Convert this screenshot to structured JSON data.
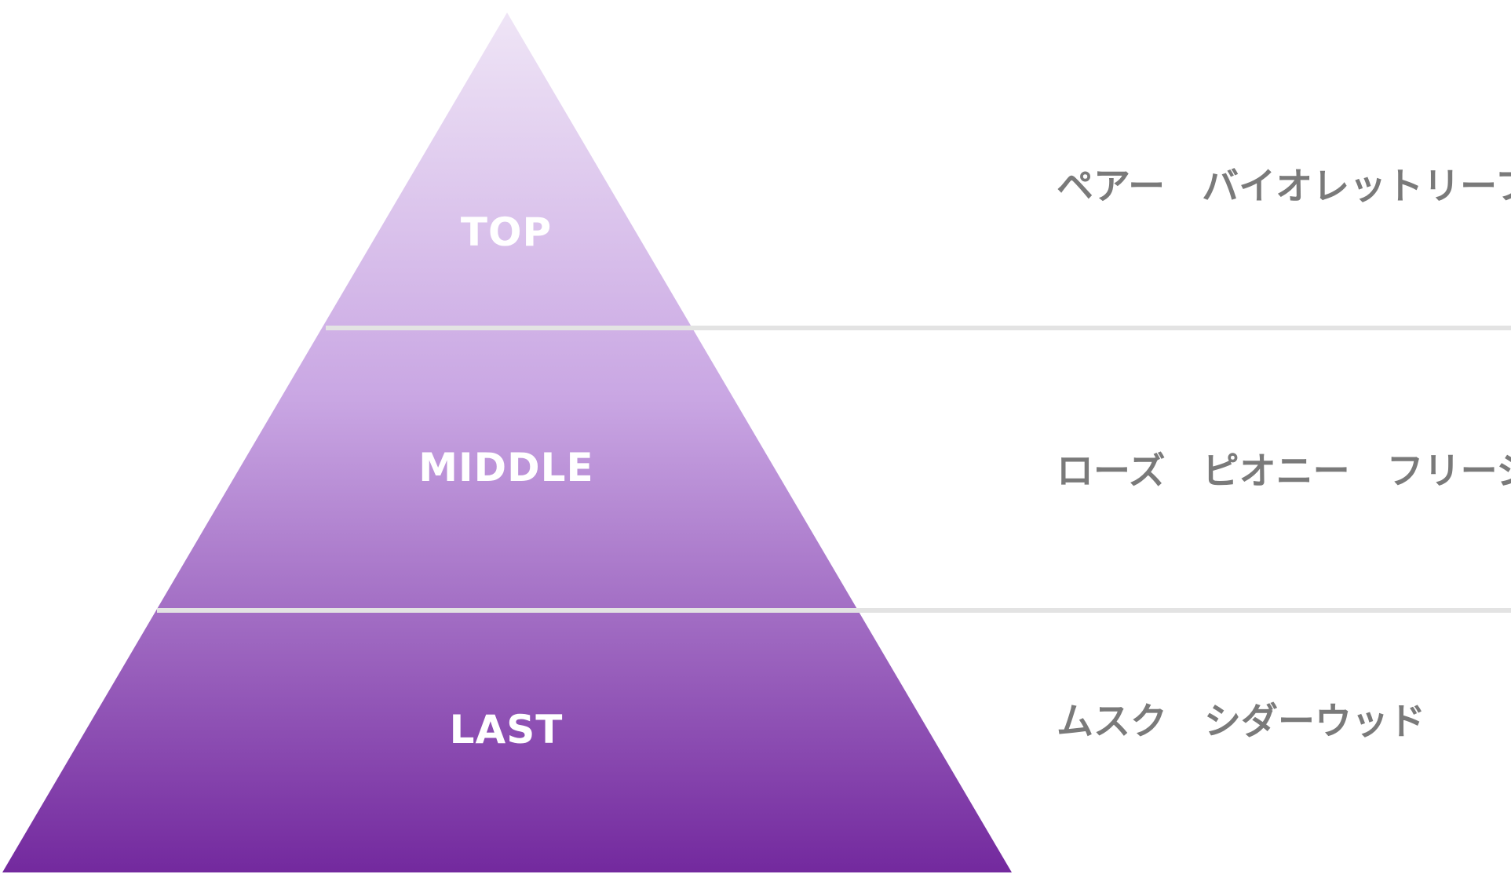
{
  "tiers": [
    {
      "label": "TOP",
      "notes": "ペアー　バイオレットリーフ"
    },
    {
      "label": "MIDDLE",
      "notes": "ローズ　ピオニー　フリージア"
    },
    {
      "label": "LAST",
      "notes": "ムスク　シダーウッド"
    }
  ],
  "colors": {
    "gradient_top": "#efe5f6",
    "gradient_mid": "#c9a6e3",
    "gradient_bottom": "#73299e",
    "divider": "#e3e3e3",
    "label_text": "#ffffff",
    "notes_text": "#7a7a7a"
  }
}
